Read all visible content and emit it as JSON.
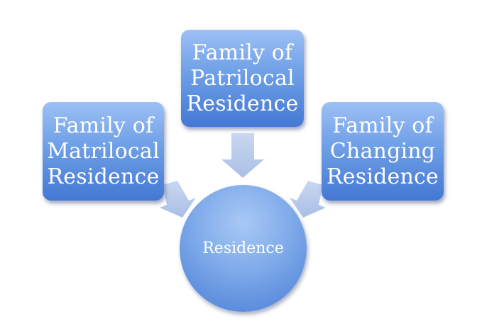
{
  "diagram": {
    "top_box": {
      "label": "Family of\nPatrilocal\nResidence"
    },
    "left_box": {
      "label": "Family of\nMatrilocal\nResidence"
    },
    "right_box": {
      "label": "Family of\nChanging\nResidence"
    },
    "center": {
      "label": "Residence"
    }
  },
  "colors": {
    "box_light": "#9dc0f5",
    "box_dark": "#4478d4",
    "arrow": "#b4c8ea",
    "text": "#ffffff"
  }
}
